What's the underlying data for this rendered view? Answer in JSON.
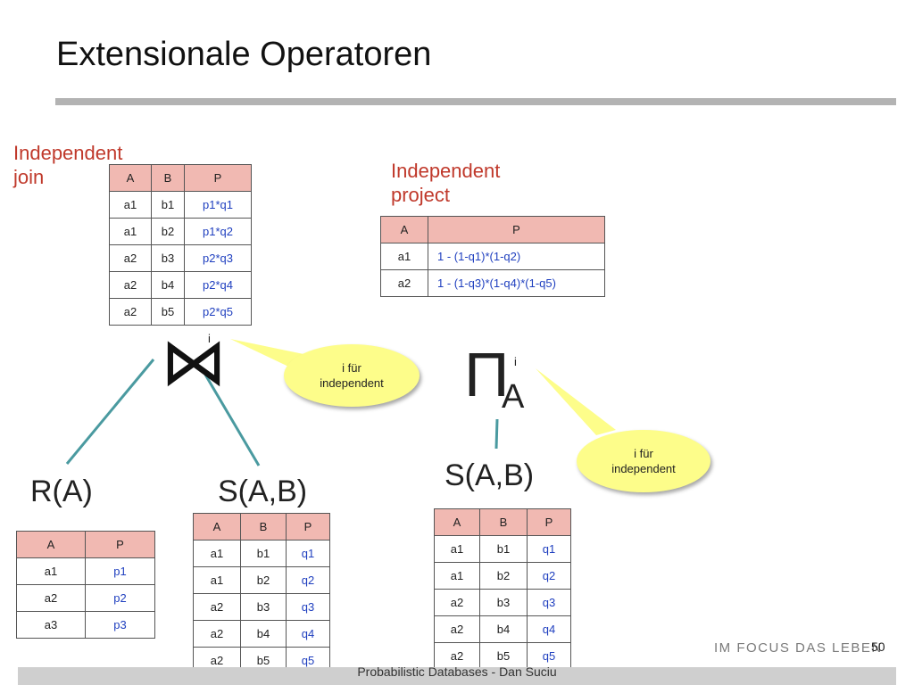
{
  "title": "Extensionale Operatoren",
  "join_label": [
    "Independent",
    "join"
  ],
  "project_label": [
    "Independent",
    "project"
  ],
  "join_symbol": "⋈",
  "join_sub": "i",
  "project_symbol": "Π",
  "project_sub": "A",
  "project_sup": "i",
  "bubble_join": [
    "i für",
    "independent"
  ],
  "bubble_project": [
    "i für",
    "independent"
  ],
  "rel_R": "R(A)",
  "rel_S_join": "S(A,B)",
  "rel_S_project": "S(A,B)",
  "join_table": {
    "headers": [
      "A",
      "B",
      "P"
    ],
    "rows": [
      [
        "a1",
        "b1",
        "p1*q1"
      ],
      [
        "a1",
        "b2",
        "p1*q2"
      ],
      [
        "a2",
        "b3",
        "p2*q3"
      ],
      [
        "a2",
        "b4",
        "p2*q4"
      ],
      [
        "a2",
        "b5",
        "p2*q5"
      ]
    ]
  },
  "project_table": {
    "headers": [
      "A",
      "P"
    ],
    "rows": [
      [
        "a1",
        "1 - (1-q1)*(1-q2)"
      ],
      [
        "a2",
        "1 - (1-q3)*(1-q4)*(1-q5)"
      ]
    ]
  },
  "r_table": {
    "headers": [
      "A",
      "P"
    ],
    "rows": [
      [
        "a1",
        "p1"
      ],
      [
        "a2",
        "p2"
      ],
      [
        "a3",
        "p3"
      ]
    ]
  },
  "s_table_join": {
    "headers": [
      "A",
      "B",
      "P"
    ],
    "rows": [
      [
        "a1",
        "b1",
        "q1"
      ],
      [
        "a1",
        "b2",
        "q2"
      ],
      [
        "a2",
        "b3",
        "q3"
      ],
      [
        "a2",
        "b4",
        "q4"
      ],
      [
        "a2",
        "b5",
        "q5"
      ]
    ]
  },
  "s_table_project": {
    "headers": [
      "A",
      "B",
      "P"
    ],
    "rows": [
      [
        "a1",
        "b1",
        "q1"
      ],
      [
        "a1",
        "b2",
        "q2"
      ],
      [
        "a2",
        "b3",
        "q3"
      ],
      [
        "a2",
        "b4",
        "q4"
      ],
      [
        "a2",
        "b5",
        "q5"
      ]
    ]
  },
  "brand": "IM FOCUS DAS LEBEN",
  "page_number": "50",
  "footer": "Probabilistic Databases - Dan Suciu",
  "colors": {
    "label_red": "#c0392b",
    "header_pink": "#f1b9b2",
    "prob_blue": "#1f3fbf",
    "bubble_yellow": "#fdfd8a",
    "line_teal": "#4a9aa0"
  }
}
